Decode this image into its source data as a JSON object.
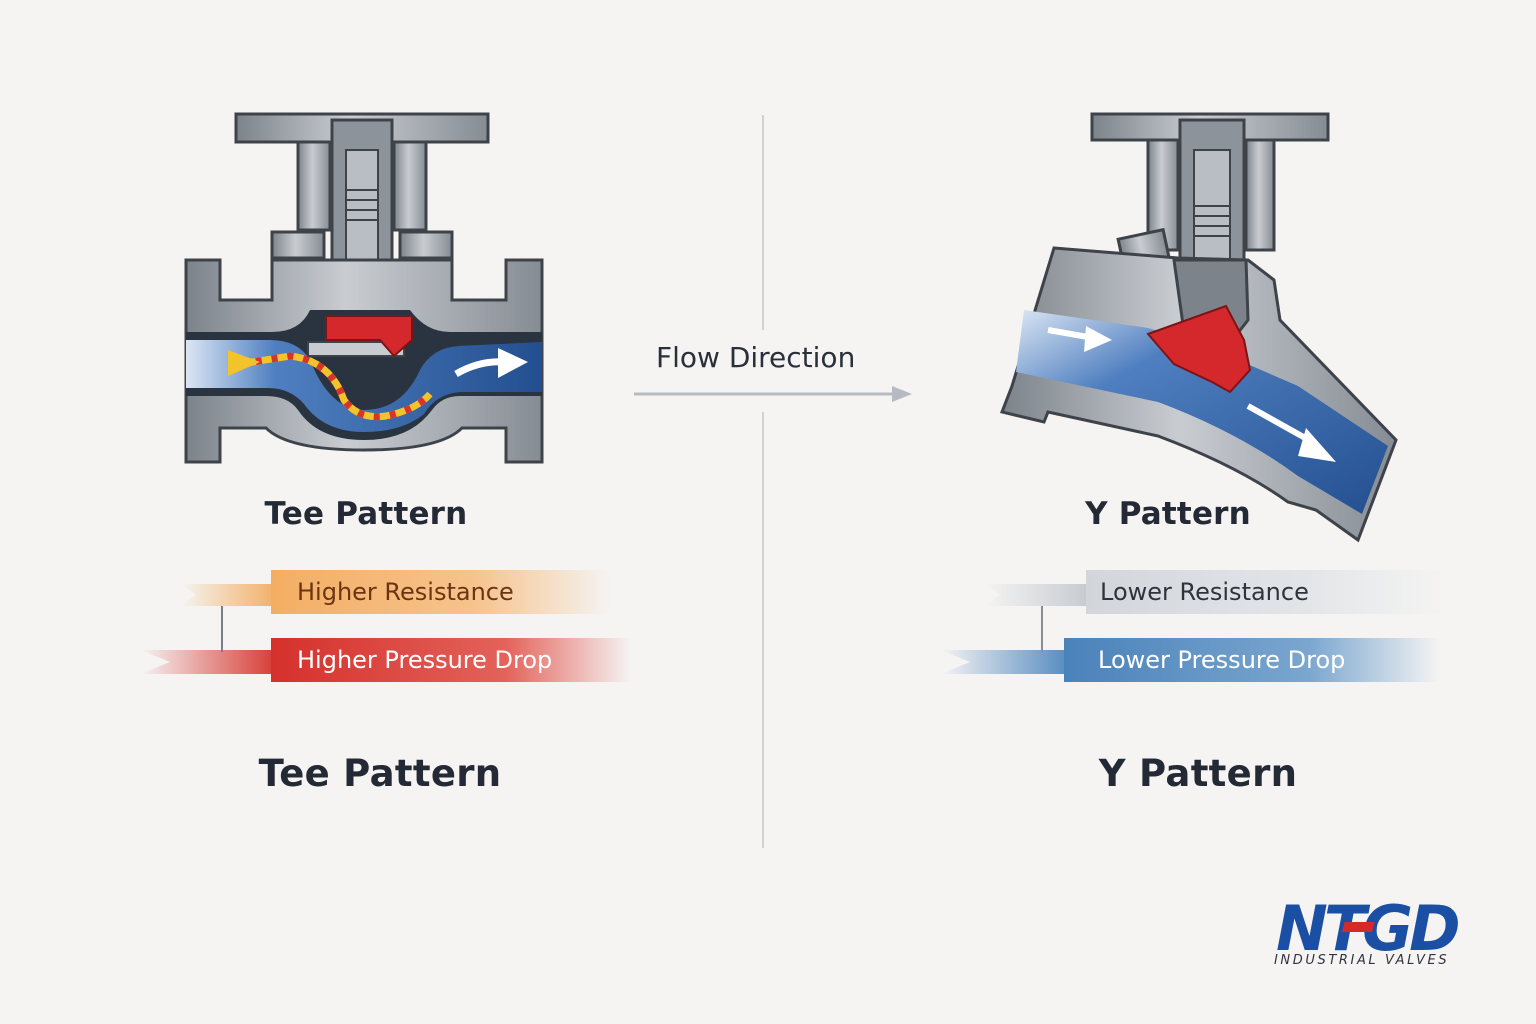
{
  "center": {
    "flow_label": "Flow Direction"
  },
  "tee": {
    "title": "Tee Pattern",
    "bottom_title": "Tee Pattern",
    "resistance_label": "Higher Resistance",
    "pressure_label": "Higher Pressure Drop"
  },
  "y": {
    "title": "Y Pattern",
    "bottom_title": "Y Pattern",
    "resistance_label": "Lower Resistance",
    "pressure_label": "Lower Pressure Drop"
  },
  "logo": {
    "mark": "NTGD",
    "tagline": "INDUSTRIAL VALVES"
  },
  "colors": {
    "background": "#f5f4f3",
    "steel": "#9aa0a8",
    "steel_dark": "#5b6068",
    "flow_blue": "#2f5fa0",
    "disc_red": "#d4282c",
    "orange_band": "#f3b26c",
    "red_band": "#d8413a",
    "grey_band": "#cfd3d8",
    "blue_band": "#4f86bc",
    "logo_blue": "#1a4fa3",
    "logo_red": "#d42a2a"
  }
}
